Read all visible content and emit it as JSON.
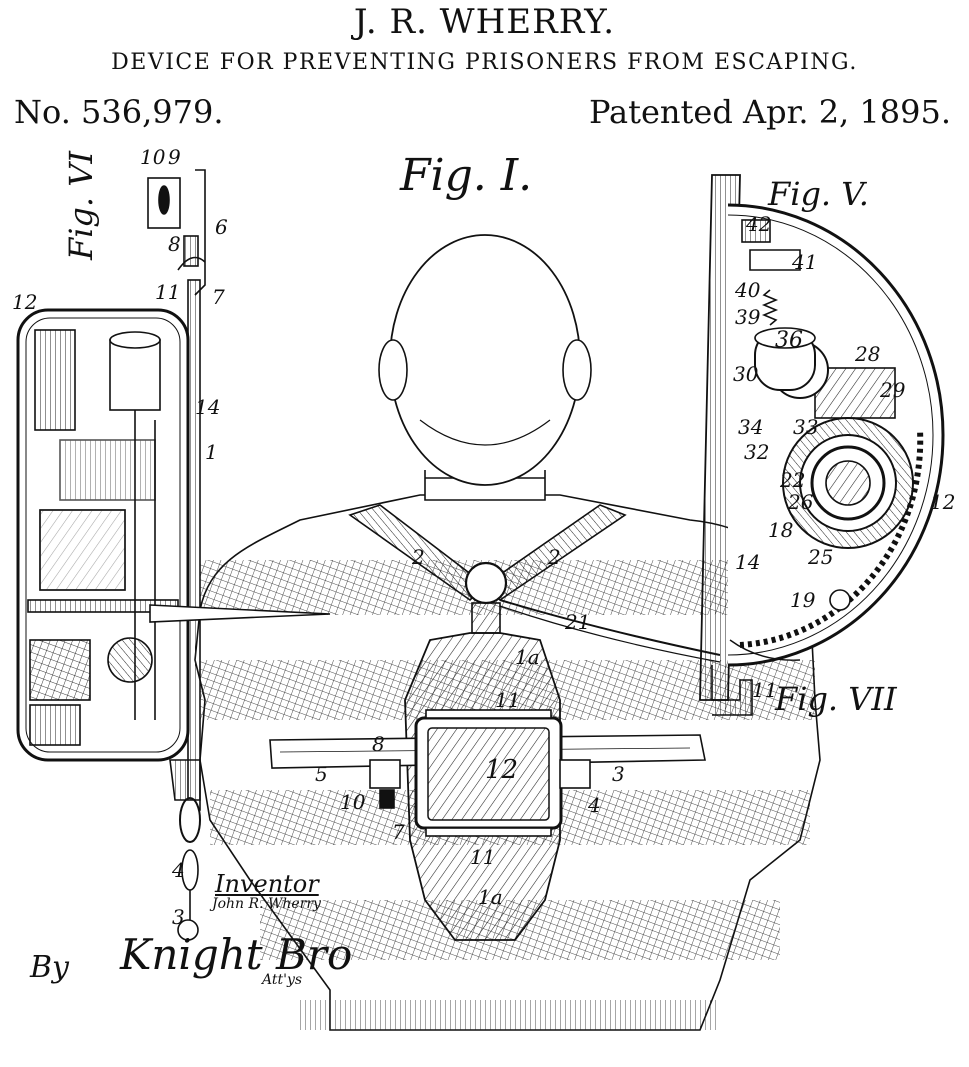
{
  "header": {
    "inventor_name": "J. R. WHERRY.",
    "title": "DEVICE FOR PREVENTING PRISONERS FROM ESCAPING.",
    "patent_number": "No. 536,979.",
    "patent_date": "Patented Apr. 2, 1895."
  },
  "figures": {
    "fig1": "Fig. I.",
    "fig5": "Fig. V.",
    "fig6": "Fig. VI",
    "fig7": "Fig. VII"
  },
  "labels": {
    "harness_2a": "2",
    "harness_2b": "2",
    "strap_1a_top": "1a",
    "strap_1a_bottom": "1a",
    "plate_11_top": "11",
    "plate_11_bottom": "11",
    "box_12": "12",
    "belt_5": "5",
    "belt_3": "3",
    "clasp_8": "8",
    "clasp_10": "10",
    "clasp_7": "7",
    "clasp_4": "4",
    "rod_21": "21",
    "f5_12": "12",
    "f5_14": "14",
    "f5_19": "19",
    "f5_25": "25",
    "f5_18": "18",
    "f5_22": "22",
    "f5_26": "26",
    "f5_32": "32",
    "f5_33": "33",
    "f5_34": "34",
    "f5_30": "30",
    "f5_36": "36",
    "f5_28": "28",
    "f5_29": "29",
    "f5_39": "39",
    "f5_40": "40",
    "f5_41": "41",
    "f5_42": "42",
    "f7_11": "11",
    "f6_9": "9",
    "f6_10": "10",
    "f6_8": "8",
    "f6_6": "6",
    "f6_11": "11",
    "f6_7": "7",
    "f6_1": "1",
    "f6_14": "14",
    "f6_12": "12",
    "f6_4": "4",
    "f6_3": "3"
  },
  "signature": {
    "inventor_caption": "Inventor",
    "inventor_name": "John R. Wherry",
    "by": "By",
    "attorney": "Knight Bro",
    "attys": "Att'ys"
  }
}
